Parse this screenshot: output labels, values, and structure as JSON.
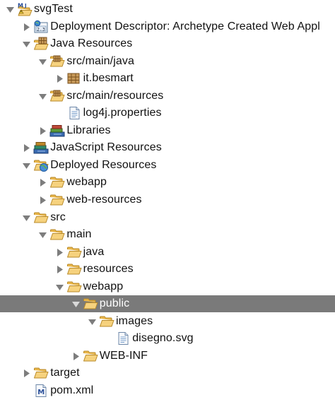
{
  "tree": {
    "rows": [
      {
        "label": "svgTest",
        "twisty": "expanded",
        "icon": "maven-project-icon",
        "name": "tree-node-svgtest",
        "selected": false
      },
      {
        "label": "Deployment Descriptor: Archetype Created Web Appl",
        "twisty": "collapsed",
        "icon": "deployment-descriptor-icon",
        "name": "tree-node-deployment-descriptor",
        "selected": false
      },
      {
        "label": "Java Resources",
        "twisty": "expanded",
        "icon": "java-resources-icon",
        "name": "tree-node-java-resources",
        "selected": false
      },
      {
        "label": "src/main/java",
        "twisty": "expanded",
        "icon": "source-folder-icon",
        "name": "tree-node-src-main-java",
        "selected": false
      },
      {
        "label": "it.besmart",
        "twisty": "collapsed",
        "icon": "package-icon",
        "name": "tree-node-it-besmart",
        "selected": false
      },
      {
        "label": "src/main/resources",
        "twisty": "expanded",
        "icon": "source-folder-icon",
        "name": "tree-node-src-main-resources",
        "selected": false
      },
      {
        "label": "log4j.properties",
        "twisty": "none",
        "icon": "file-icon",
        "name": "tree-node-log4j-properties",
        "selected": false
      },
      {
        "label": "Libraries",
        "twisty": "collapsed",
        "icon": "libraries-icon",
        "name": "tree-node-libraries",
        "selected": false
      },
      {
        "label": "JavaScript Resources",
        "twisty": "collapsed",
        "icon": "javascript-resources-icon",
        "name": "tree-node-javascript-resources",
        "selected": false
      },
      {
        "label": "Deployed Resources",
        "twisty": "expanded",
        "icon": "deployed-resources-icon",
        "name": "tree-node-deployed-resources",
        "selected": false
      },
      {
        "label": "webapp",
        "twisty": "collapsed",
        "icon": "folder-icon",
        "name": "tree-node-deployed-webapp",
        "selected": false
      },
      {
        "label": "web-resources",
        "twisty": "collapsed",
        "icon": "folder-icon",
        "name": "tree-node-web-resources",
        "selected": false
      },
      {
        "label": "src",
        "twisty": "expanded",
        "icon": "folder-icon",
        "name": "tree-node-src",
        "selected": false
      },
      {
        "label": "main",
        "twisty": "expanded",
        "icon": "folder-icon",
        "name": "tree-node-main",
        "selected": false
      },
      {
        "label": "java",
        "twisty": "collapsed",
        "icon": "folder-icon",
        "name": "tree-node-java",
        "selected": false
      },
      {
        "label": "resources",
        "twisty": "collapsed",
        "icon": "folder-icon",
        "name": "tree-node-resources",
        "selected": false
      },
      {
        "label": "webapp",
        "twisty": "expanded",
        "icon": "folder-icon",
        "name": "tree-node-webapp",
        "selected": false
      },
      {
        "label": "public",
        "twisty": "expanded",
        "icon": "folder-icon",
        "name": "tree-node-public",
        "selected": true
      },
      {
        "label": "images",
        "twisty": "expanded",
        "icon": "folder-icon",
        "name": "tree-node-images",
        "selected": false
      },
      {
        "label": "disegno.svg",
        "twisty": "none",
        "icon": "file-icon",
        "name": "tree-node-disegno-svg",
        "selected": false
      },
      {
        "label": "WEB-INF",
        "twisty": "collapsed",
        "icon": "folder-icon",
        "name": "tree-node-web-inf",
        "selected": false
      },
      {
        "label": "target",
        "twisty": "collapsed",
        "icon": "folder-icon",
        "name": "tree-node-target",
        "selected": false
      },
      {
        "label": "pom.xml",
        "twisty": "none",
        "icon": "maven-pom-icon",
        "name": "tree-node-pom-xml",
        "selected": false
      }
    ]
  },
  "colors": {
    "selection": "#7a7a7a",
    "folder": "#f2c96a",
    "twisty": "#7d7d7d",
    "twisty_selected": "#d8d8d8"
  }
}
